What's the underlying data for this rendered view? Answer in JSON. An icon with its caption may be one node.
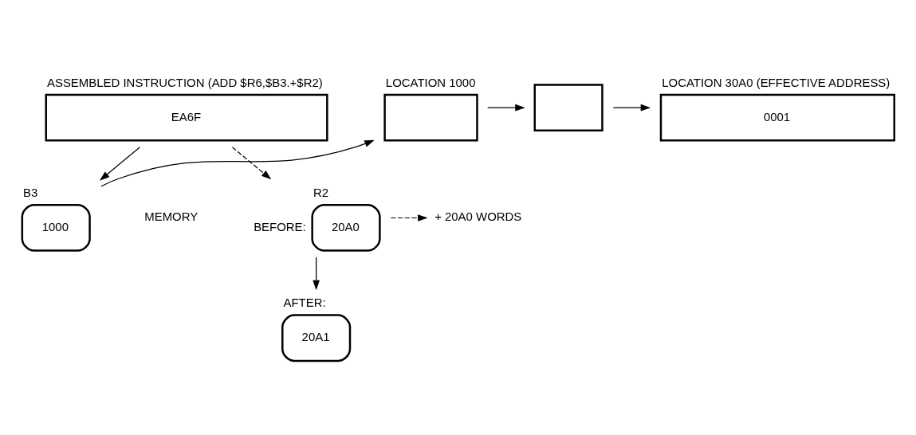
{
  "diagram": {
    "nodes": [
      {
        "text": [
          "EA6F"
        ],
        "beside": [
          "ASSEMBLED INSTRUCTION (ADD $R6,$B3.+$R2)"
        ]
      },
      {
        "text": [
          "1000"
        ],
        "beside": [
          "B3"
        ]
      },
      {
        "text": [
          "20A0"
        ],
        "beside": [
          "R2",
          "BEFORE:"
        ]
      },
      {
        "text": [
          "20A1"
        ],
        "beside": [
          "AFTER:"
        ]
      },
      {
        "text": [],
        "shape": "box",
        "beside": [
          "LOCATION 1000"
        ]
      },
      {
        "text": [],
        "shape": "box"
      },
      {
        "text": [
          "0001"
        ],
        "beside": [
          "LOCATION 30A0 (EFFECTIVE ADDRESS)"
        ]
      },
      {
        "text": [
          "+ 20A0 WORDS"
        ]
      }
    ],
    "edges": [
      {
        "from": 0,
        "to": 1,
        "arrow": "to"
      },
      {
        "from": 0,
        "to": 2,
        "arrow": "to",
        "style": "dashed"
      },
      {
        "from": 1,
        "to": 4,
        "arrow": "to"
      },
      {
        "from": 4,
        "to": 5,
        "arrow": "to"
      },
      {
        "from": 5,
        "to": 6,
        "arrow": "to"
      },
      {
        "from": 2,
        "to": 3,
        "arrow": "to"
      },
      {
        "from": 2,
        "to": 7,
        "arrow": "to",
        "style": "dashed"
      }
    ],
    "labels": [
      "MEMORY"
    ]
  }
}
